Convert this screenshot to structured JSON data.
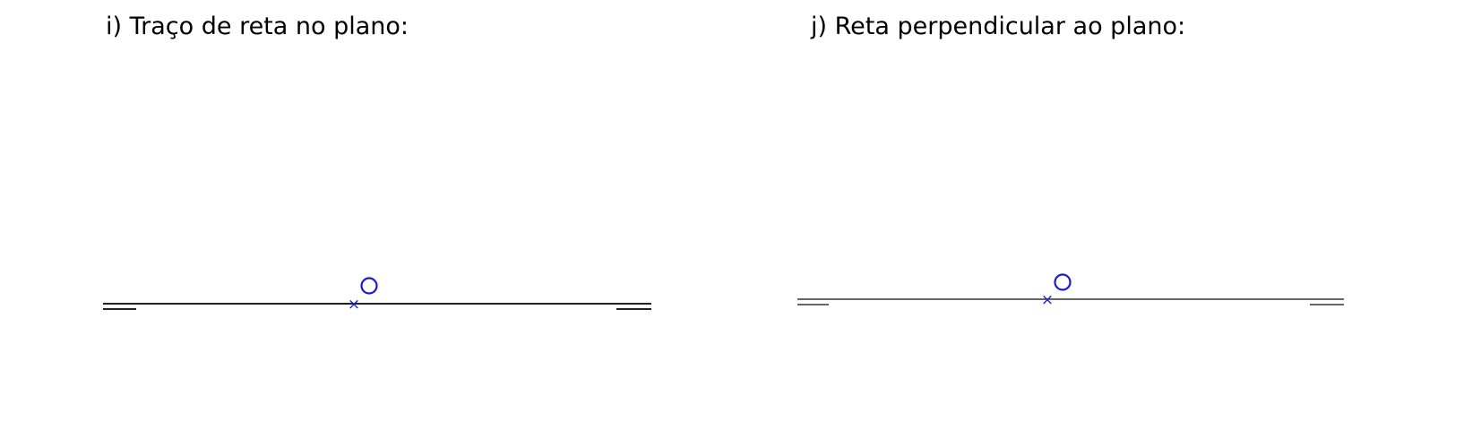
{
  "exercises": [
    {
      "id": "i",
      "title": "i) Traço de reta no plano:",
      "line_color": "#222222",
      "marker_color": "#1a1ad6",
      "marker_x_label": "×",
      "marker_o_label": "O"
    },
    {
      "id": "j",
      "title": "j) Reta perpendicular ao plano:",
      "line_color": "#666666",
      "marker_color": "#1a1ad6",
      "marker_x_label": "×",
      "marker_o_label": "O"
    }
  ]
}
